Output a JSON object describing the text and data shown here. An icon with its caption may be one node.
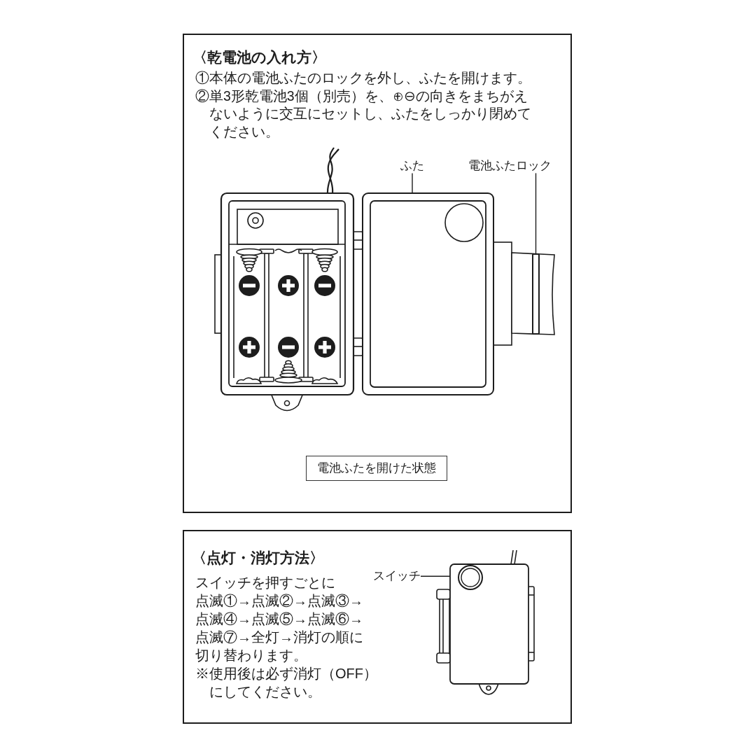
{
  "diagram": {
    "nodes": [
      {
        "text": [
          "〈乾電池の入れ方〉",
          "①本体の電池ふたのロックを外し、ふたを開けます。",
          "②単3形乾電池3個（別売）を、⊕⊖の向きをまちがえないように交互にセットし、ふたをしっかり閉めてください。"
        ]
      },
      {
        "text": [
          "ふた"
        ],
        "in": 0
      },
      {
        "text": [],
        "shape": "box",
        "in": 0
      },
      {
        "text": [
          "電池ふたロック"
        ],
        "in": 0
      },
      {
        "text": [],
        "shape": "bar",
        "in": 0
      },
      {
        "text": [
          "電池ふたを開けた状態"
        ],
        "in": 0
      },
      {
        "text": [
          "〈点灯・消灯方法〉",
          "スイッチを押すごとに点滅①→点滅②→点滅③→点滅④→点滅⑤→点滅⑥→点滅⑦→全灯→消灯の順に切り替わります。",
          "※使用後は必ず消灯（OFF）にしてください。"
        ]
      },
      {
        "text": [
          "スイッチ"
        ],
        "in": 6
      },
      {
        "text": [],
        "shape": "circle",
        "in": 6
      }
    ],
    "edges": [
      {
        "from": 1,
        "to": 2,
        "arrow": "none"
      },
      {
        "from": 3,
        "to": 4,
        "arrow": "none"
      },
      {
        "from": 7,
        "to": 8,
        "arrow": "none"
      }
    ]
  }
}
